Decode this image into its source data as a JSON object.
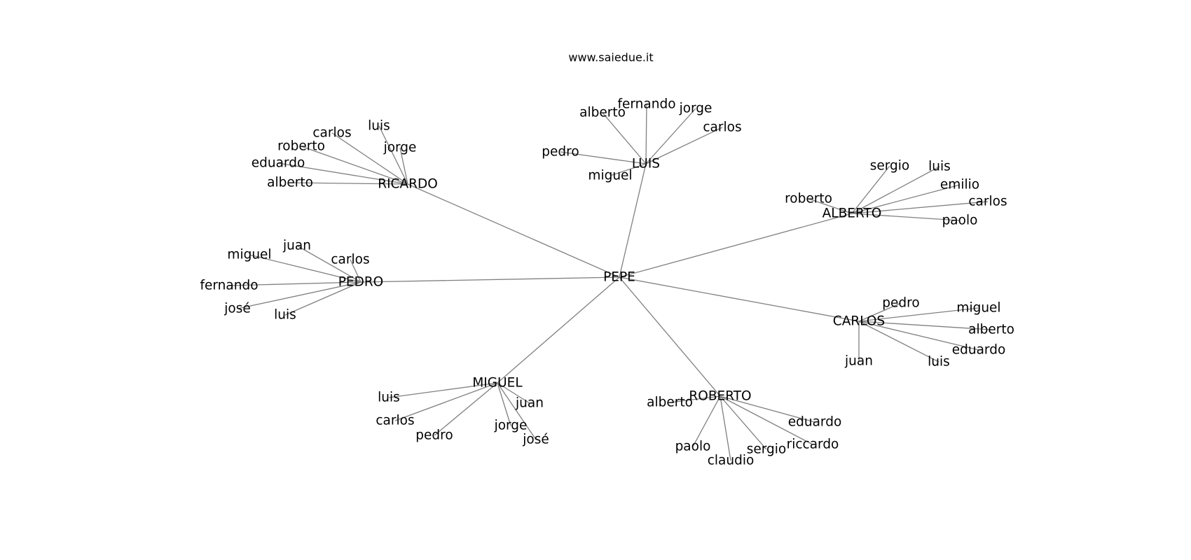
{
  "diagram": {
    "title": "www.saiedue.it",
    "edge_color": "#808080",
    "text_color": "#000000",
    "root": "PEPE",
    "groups": [
      {
        "hub": "RICARDO",
        "leaves": [
          "luis",
          "carlos",
          "jorge",
          "roberto",
          "eduardo",
          "alberto"
        ]
      },
      {
        "hub": "LUIS",
        "leaves": [
          "fernando",
          "alberto",
          "jorge",
          "carlos",
          "pedro",
          "miguel"
        ]
      },
      {
        "hub": "ALBERTO",
        "leaves": [
          "sergio",
          "luis",
          "emilio",
          "roberto",
          "carlos",
          "paolo"
        ]
      },
      {
        "hub": "PEDRO",
        "leaves": [
          "juan",
          "miguel",
          "carlos",
          "fernando",
          "josé",
          "luis"
        ]
      },
      {
        "hub": "CARLOS",
        "leaves": [
          "pedro",
          "miguel",
          "alberto",
          "eduardo",
          "juan",
          "luis"
        ]
      },
      {
        "hub": "MIGUEL",
        "leaves": [
          "luis",
          "juan",
          "carlos",
          "jorge",
          "pedro",
          "josé"
        ]
      },
      {
        "hub": "ROBERTO",
        "leaves": [
          "alberto",
          "eduardo",
          "riccardo",
          "sergio",
          "paolo",
          "claudio"
        ]
      }
    ]
  }
}
